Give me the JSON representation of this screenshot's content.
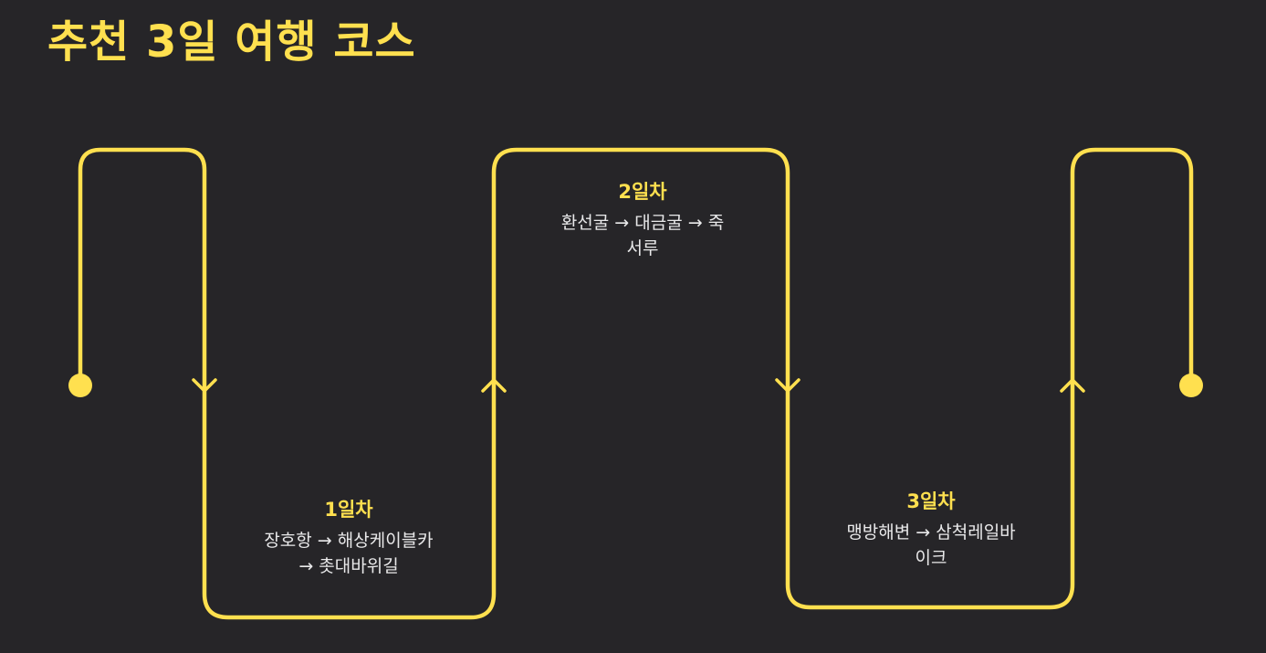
{
  "title": "추천 3일 여행 코스",
  "colors": {
    "background": "#262528",
    "accent": "#ffe04f",
    "text": "#e9e9ea"
  },
  "icons": {
    "start": "start-dot-icon",
    "end": "end-dot-icon",
    "arrow_down": "arrow-down-icon",
    "arrow_up": "arrow-up-icon"
  },
  "days": [
    {
      "label": "1일차",
      "route_line1": "장호항 → 해상케이블카",
      "route_line2": "→ 촛대바위길"
    },
    {
      "label": "2일차",
      "route_line1": "환선굴 → 대금굴 → 죽",
      "route_line2": "서루"
    },
    {
      "label": "3일차",
      "route_line1": "맹방해변 → 삼척레일바",
      "route_line2": "이크"
    }
  ]
}
